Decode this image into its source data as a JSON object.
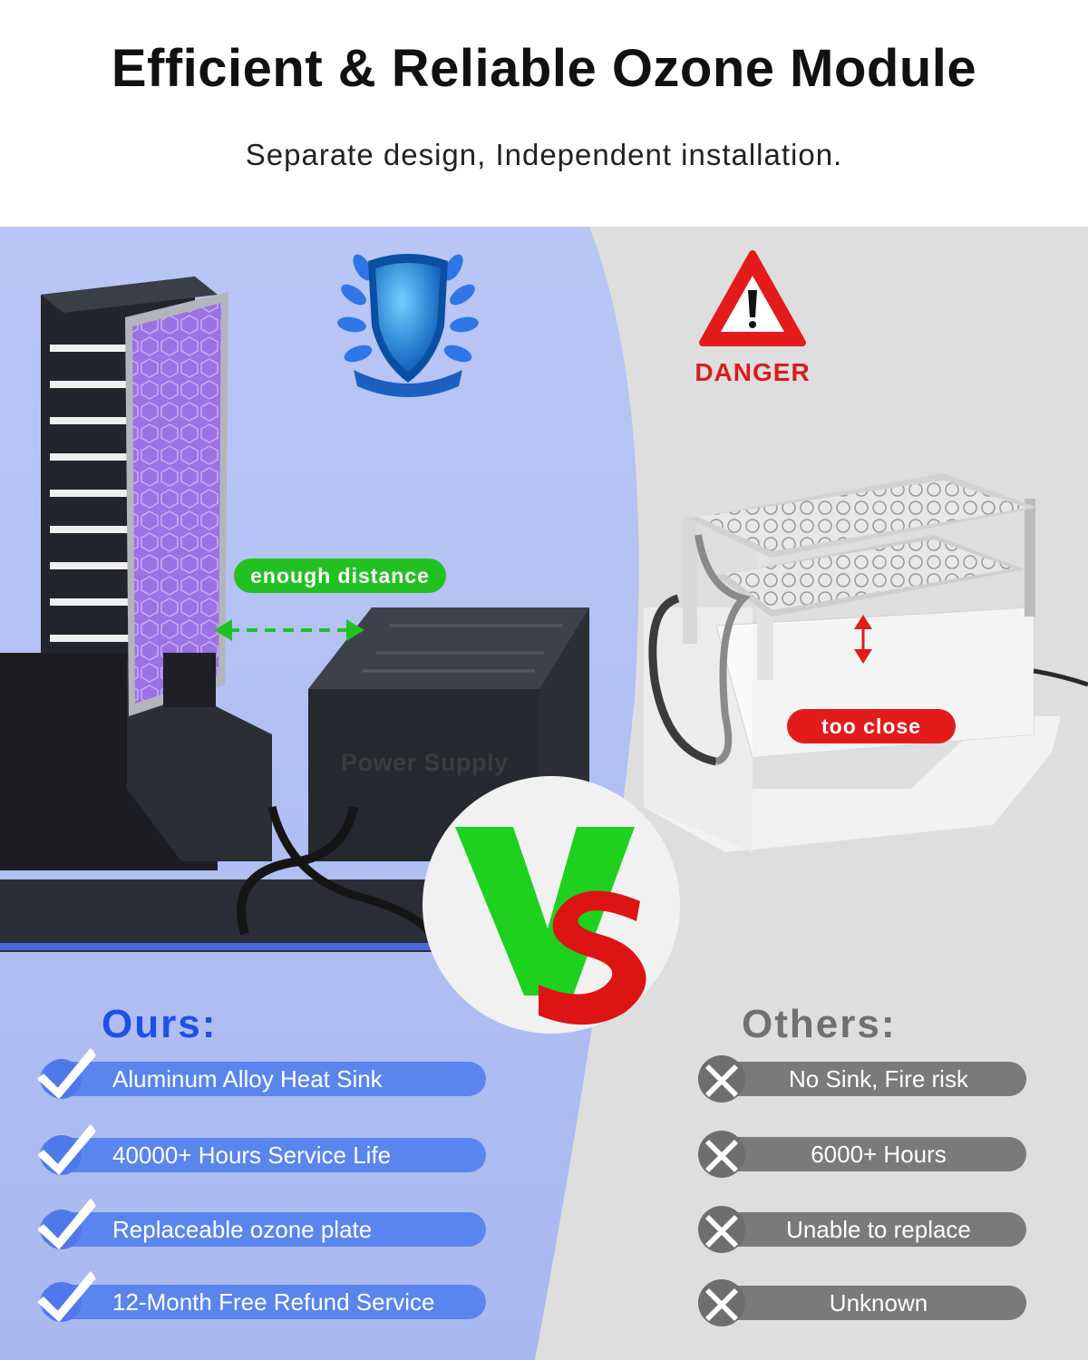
{
  "header": {
    "title": "Efficient & Reliable Ozone Module",
    "subtitle": "Separate design, Independent installation."
  },
  "comparison": {
    "ours_heading": "Ours:",
    "others_heading": "Others:",
    "ours_features": [
      "Aluminum Alloy Heat Sink",
      "40000+ Hours Service Life",
      "Replaceable ozone plate",
      "12-Month Free Refund Service"
    ],
    "others_features": [
      "No Sink, Fire risk",
      "6000+ Hours",
      "Unable to replace",
      "Unknown"
    ]
  },
  "callouts": {
    "distance_tag": "enough distance",
    "close_tag": "too close",
    "danger_label": "DANGER",
    "power_supply_label": "Power Supply"
  },
  "colors": {
    "ours_panel": "#aebdf3",
    "others_panel": "#dedede",
    "ours_accent": "#1f4ee8",
    "ours_pill": "#5b85ee",
    "others_pill": "#7a7a7a",
    "green": "#22c122",
    "red": "#e31b1b"
  },
  "icons": {
    "shield": "shield-laurel-icon",
    "warning": "warning-triangle-icon",
    "check": "check-icon",
    "cross": "x-icon",
    "vs": "vs-badge-icon"
  }
}
